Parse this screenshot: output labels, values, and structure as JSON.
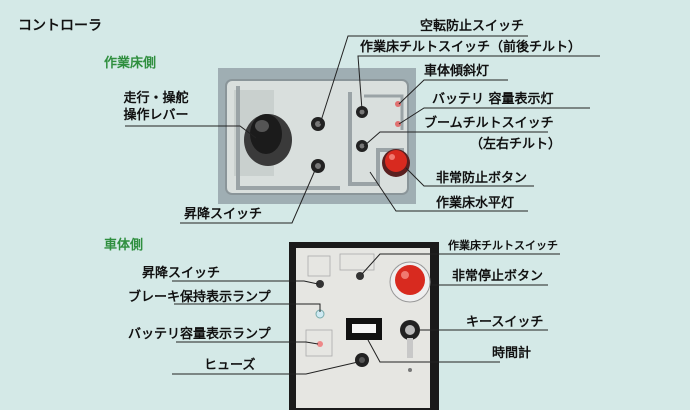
{
  "title": "コントローラ",
  "sections": {
    "platform": "作業床側",
    "body": "車体側"
  },
  "platform_labels": {
    "travel_lever_1": "走行・操舵",
    "travel_lever_2": "操作レバー",
    "lift_switch": "昇降スイッチ",
    "anti_rotation": "空転防止スイッチ",
    "floor_tilt": "作業床チルトスイッチ（前後チルト）",
    "body_tilt_lamp": "車体傾斜灯",
    "battery_lamp": "バッテリ 容量表示灯",
    "boom_tilt_1": "ブームチルトスイッチ",
    "boom_tilt_2": "（左右チルト）",
    "emergency_stop": "非常防止ボタン",
    "floor_level_lamp": "作業床水平灯"
  },
  "body_labels": {
    "floor_tilt_switch": "作業床チルトスイッチ",
    "lift_switch": "昇降スイッチ",
    "brake_lamp": "ブレーキ保持表示ランプ",
    "battery_lamp": "バッテリ容量表示ランプ",
    "fuse": "ヒューズ",
    "emergency_stop": "非常停止ボタン",
    "key_switch": "キースイッチ",
    "hour_meter": "時間計"
  },
  "colors": {
    "background": "#d4e9e7",
    "section_green": "#2f8f3f",
    "panel_photo": "#9faeb3",
    "panel_face": "#d9dfdd",
    "body_panel": "#e6e6e2",
    "stop_red": "#d82a1f",
    "leader": "#222222"
  },
  "icons": [
    "joystick-icon",
    "toggle-switch-icon",
    "emergency-stop-button-icon",
    "key-switch-icon",
    "hour-meter-icon",
    "fuse-icon",
    "lamp-icon"
  ]
}
